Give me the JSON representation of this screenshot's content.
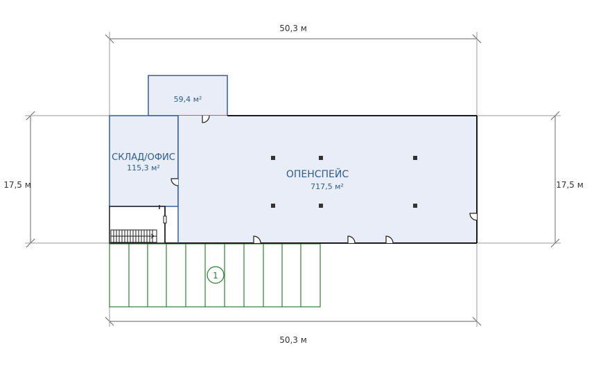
{
  "dimensions": {
    "top_width": "50,3 м",
    "bottom_width": "50,3 м",
    "left_height": "17,5 м",
    "right_height": "17,5 м"
  },
  "rooms": {
    "annex": {
      "area": "59,4 м²"
    },
    "storage_office": {
      "name": "СКЛАД/ОФИС",
      "area": "115,3 м²"
    },
    "openspace": {
      "name": "ОПЕНСПЕЙС",
      "area": "717,5 м²"
    }
  },
  "parking": {
    "marker": "1"
  },
  "colors": {
    "room_fill": "#e8edf8",
    "room_stroke_blue": "#2f5f9e",
    "wall": "#1a1a1a",
    "parking": "#2e7d32",
    "dimension_line": "#555555"
  }
}
